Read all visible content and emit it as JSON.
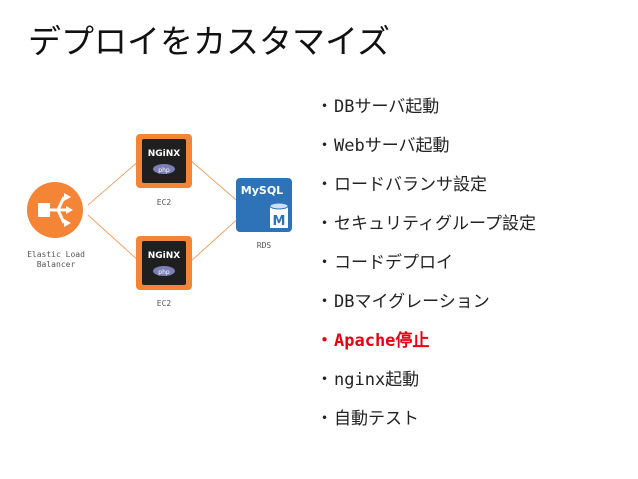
{
  "slide": {
    "title": "デプロイをカスタマイズ"
  },
  "diagram": {
    "elb_label": "Elastic Load\nBalancer",
    "ec2_top_label": "EC2",
    "ec2_bottom_label": "EC2",
    "rds_label": "RDS",
    "nginx_logo_text": "NGiNX",
    "php_logo_text": "php",
    "mysql_text": "MySQL",
    "mysql_badge": "M",
    "colors": {
      "orange": "#f58536",
      "blue": "#2e73b8",
      "line": "#f0a46a"
    }
  },
  "bullet_marker": "・",
  "bullets": [
    {
      "text": "DBサーバ起動",
      "highlight": false
    },
    {
      "text": "Webサーバ起動",
      "highlight": false
    },
    {
      "text": "ロードバランサ設定",
      "highlight": false
    },
    {
      "text": "セキュリティグループ設定",
      "highlight": false
    },
    {
      "text": "コードデプロイ",
      "highlight": false
    },
    {
      "text": "DBマイグレーション",
      "highlight": false
    },
    {
      "text": "Apache停止",
      "highlight": true
    },
    {
      "text": "nginx起動",
      "highlight": false
    },
    {
      "text": "自動テスト",
      "highlight": false
    }
  ],
  "highlight_color": "#e60012"
}
